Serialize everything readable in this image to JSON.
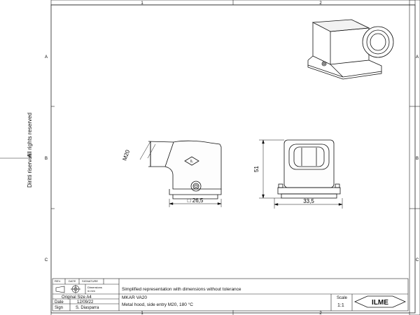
{
  "side_notes": {
    "reserved": "All rights reserved",
    "riservati": "Diritti riservati"
  },
  "grid": {
    "columns": [
      "1",
      "2"
    ],
    "rows": [
      "A",
      "B",
      "C"
    ]
  },
  "dimensions": {
    "thread": "M20",
    "square": "□ 26,5",
    "height": "51",
    "width": "33,5"
  },
  "title_block": {
    "rev_header": "REV.",
    "date_header": "DATE",
    "signature_header": "SIGNATURE",
    "dimensions_note": "Dimensions in mm",
    "representation": "Simplified representation with dimensions without tolerance",
    "original_size": "Original Size A4",
    "date_label": "Date",
    "date_value": "12/09/22",
    "sign_label": "Sign",
    "sign_value": "S. Diasparra",
    "product_code": "MKAR VA20",
    "description": "Metal hood, side entry M20, 180 °C",
    "scale_label": "Scale",
    "scale_value": "1:1",
    "brand": "ILME"
  }
}
